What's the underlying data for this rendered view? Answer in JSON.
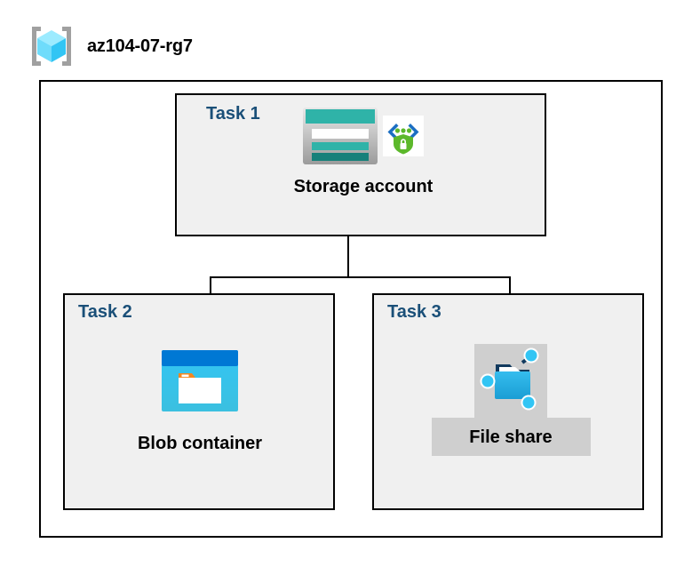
{
  "header": {
    "resource_group_name": "az104-07-rg7",
    "icon": "resource-group-cube-icon"
  },
  "diagram": {
    "type": "azure-architecture",
    "container_label": "resource-group-boundary",
    "tasks": [
      {
        "id": "task-1",
        "label": "Task 1",
        "node_caption": "Storage account",
        "icons": [
          "storage-account-icon",
          "secure-endpoint-shield-icon"
        ],
        "highlighted": false
      },
      {
        "id": "task-2",
        "label": "Task 2",
        "node_caption": "Blob container",
        "icons": [
          "blob-container-icon"
        ],
        "highlighted": false
      },
      {
        "id": "task-3",
        "label": "Task 3",
        "node_caption": "File share",
        "icons": [
          "file-share-icon"
        ],
        "highlighted": true
      }
    ],
    "connections": [
      {
        "from": "Storage account",
        "to": "Blob container"
      },
      {
        "from": "Storage account",
        "to": "File share"
      }
    ]
  },
  "colors": {
    "task_label": "#1a4f78",
    "box_border": "#000000",
    "box_fill": "#f0f0f0",
    "page_background": "#ffffff",
    "highlight_plate": "#cfcfcf",
    "storage_teal": "#2fb3a8",
    "storage_teal_dark": "#17807a",
    "blob_blue": "#0078d4",
    "blob_cyan": "#32c5f4",
    "blob_orange": "#f5871f",
    "fileshare_blue": "#29b6e8",
    "shield_green": "#5cb82b",
    "cube_cyan": "#50e6ff",
    "bracket_gray": "#a0a0a0"
  }
}
